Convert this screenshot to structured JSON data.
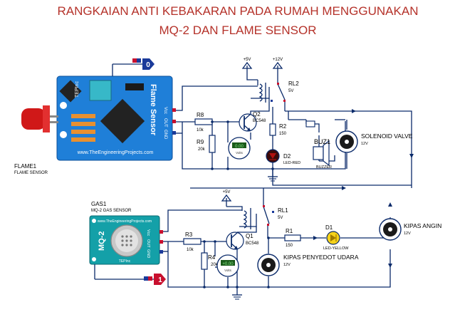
{
  "title": {
    "line1": "RANGKAIAN ANTI KEBAKARAN PADA RUMAH MENGGUNAKAN",
    "line2": "MQ-2 DAN FLAME SENSOR"
  },
  "flame": {
    "ref": "FLAME1",
    "desc": "FLAME SENSOR",
    "board_name": "Flame Sensor",
    "brand_vertical": "TEPInc",
    "site": "www.TheEngineeringProjects.com",
    "pins": [
      "Vcc",
      "OUT",
      "GND"
    ],
    "terminal_value": "0"
  },
  "gas": {
    "ref": "GAS1",
    "desc": "MQ-2 GAS SENSOR",
    "board_name": "MQ-2",
    "site": "www.TheEngineeringProjects.com",
    "brand_vertical": "TEPInc",
    "pins": [
      "Vcc",
      "OUT",
      "GND"
    ],
    "terminal_value": "1"
  },
  "components": {
    "r8": {
      "ref": "R8",
      "value": "10k"
    },
    "r9": {
      "ref": "R9",
      "value": "20k"
    },
    "q2": {
      "ref": "Q2",
      "value": "BC548"
    },
    "r2": {
      "ref": "R2",
      "value": "150"
    },
    "d2": {
      "ref": "D2",
      "value": "LED-RED"
    },
    "rl2": {
      "ref": "RL2",
      "value": "5V"
    },
    "buz1": {
      "ref": "BUZ1",
      "value": "BUZZER"
    },
    "solenoid": {
      "label": "SOLENOID VALVE",
      "value": "12V"
    },
    "r3": {
      "ref": "R3",
      "value": "10k"
    },
    "r4": {
      "ref": "R4",
      "value": "20k"
    },
    "q1": {
      "ref": "Q1",
      "value": "BC548"
    },
    "rl1": {
      "ref": "RL1",
      "value": "5V"
    },
    "r1": {
      "ref": "R1",
      "value": "150"
    },
    "d1": {
      "ref": "D1",
      "value": "LED-YELLOW"
    },
    "fan1": {
      "label": "KIPAS PENYEDOT UDARA",
      "value": "12V"
    },
    "fan2": {
      "label": "KIPAS ANGIN",
      "value": "12V"
    },
    "vm_top": {
      "reading": "0.00",
      "unit": "Volts"
    },
    "vm_bot": {
      "reading": "+0.00",
      "unit": "Volts"
    }
  },
  "supplies": {
    "top5": "+5V",
    "top12": "+12V",
    "bot5": "+5V"
  },
  "colors": {
    "title": "#b5322a",
    "wire": "#0a2a6a",
    "board_blue": "#1f7fd8",
    "mq2_teal": "#14a0a8",
    "terminal": "#1a3a9a",
    "terminal_red": "#c8102e"
  }
}
